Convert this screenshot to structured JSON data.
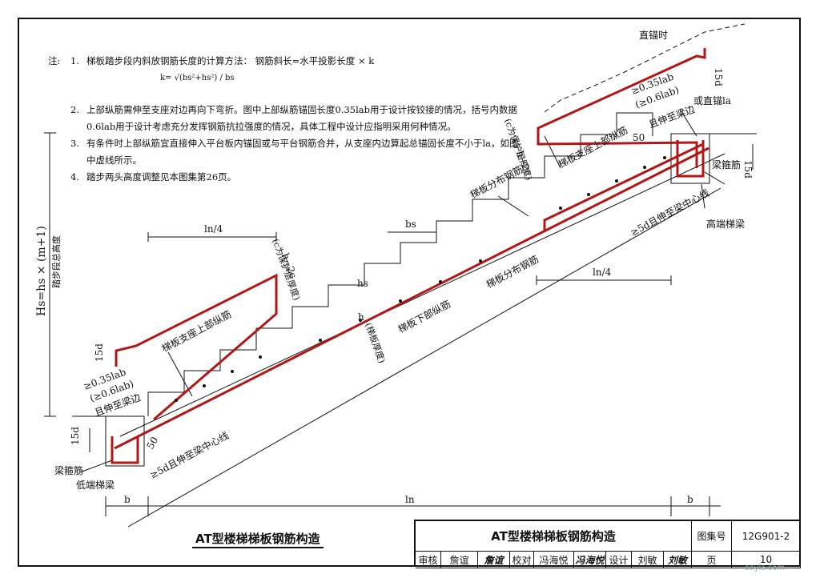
{
  "notes": {
    "prefix": "注:",
    "items": [
      {
        "num": "1.",
        "text": "梯板踏步段内斜放钢筋长度的计算方法： 钢筋斜长=水平投影长度 × k"
      },
      {
        "num": "2.",
        "text": "上部纵筋需伸至支座对边再向下弯折。图中上部纵筋锚固长度0.35lab用于设计按铰接的情况，括号内数据0.6lab用于设计考虑充分发挥钢筋抗拉强度的情况，具体工程中设计应指明采用何种情况。"
      },
      {
        "num": "3.",
        "text": "有条件时上部纵筋宜直接伸入平台板内锚固或与平台钢筋合并，从支座内边算起总锚固长度不小于la，如图中虚线所示。"
      },
      {
        "num": "4.",
        "text": "踏步两头高度调整见本图集第26页。"
      }
    ],
    "formula": "k= √(bs²+hs²) / bs"
  },
  "diagram": {
    "labels": {
      "straight_anchor": "直锚时",
      "bend_15d": "15d",
      "anchor_top": "≥0.35lab",
      "anchor_top_paren": "(≥0.6lab)",
      "anchor_extend_top": "且伸至梁边",
      "or_straight": "或直锚la",
      "dim_50": "50",
      "h_minus_2c": "h−2c",
      "c_note": "(c为保护层厚度)",
      "top_rebar_upper": "梯板支座上部纵筋",
      "dist_rebar": "梯板分布钢筋",
      "stirrup": "梁箍筋",
      "high_beam": "高端梯梁",
      "ext_center": "≥5d且伸至梁中心线",
      "bs": "bs",
      "hs": "hs",
      "ln4": "ln/4",
      "h": "h",
      "slab_thickness": "(梯板厚度)",
      "bottom_rebar": "梯板下部纵筋",
      "top_rebar_lower": "梯板支座上部纵筋",
      "total_height": "Hs=hs × (m+1)",
      "total_height_note": "踏步段总高度",
      "low_beam": "低端梯梁",
      "b": "b",
      "ln": "ln"
    }
  },
  "title_block": {
    "drawing_title": "AT型楼梯梯板钢筋构造",
    "atlas_label": "图集号",
    "atlas_no": "12G901-2",
    "review_label": "审核",
    "reviewer": "詹谊",
    "reviewer_sig": "詹谊",
    "check_label": "校对",
    "checker": "冯海悦",
    "checker_sig": "冯海悦",
    "design_label": "设计",
    "designer": "刘敏",
    "designer_sig": "刘敏",
    "page_label": "页",
    "page_no": "10"
  },
  "watermark": "coyls.com",
  "colors": {
    "rebar": "#b01818",
    "line": "#111111"
  }
}
